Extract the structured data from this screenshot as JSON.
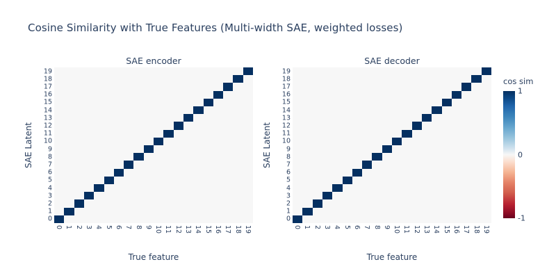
{
  "figure": {
    "title": "Cosine Similarity with True Features (Multi-width SAE, weighted losses)",
    "background_color": "#ffffff",
    "text_color": "#2a3f5f"
  },
  "colorbar": {
    "title": "cos sim",
    "ticks": [
      "1",
      "0",
      "-1"
    ],
    "vmin": -1,
    "vmax": 1,
    "colormap": "RdBu",
    "high_color": "#053061",
    "mid_color": "#f7f7f7",
    "low_color": "#67001f"
  },
  "panels": [
    {
      "name": "sae-encoder",
      "title": "SAE encoder",
      "xlabel": "True feature",
      "ylabel": "SAE Latent"
    },
    {
      "name": "sae-decoder",
      "title": "SAE decoder",
      "xlabel": "True feature",
      "ylabel": "SAE Latent"
    }
  ],
  "chart_data": {
    "type": "heatmap",
    "title": "Cosine Similarity with True Features (Multi-width SAE, weighted losses)",
    "colormap": "RdBu",
    "zlim": [
      -1,
      1
    ],
    "colorbar_label": "cos sim",
    "colorbar_ticks": [
      1,
      0,
      -1
    ],
    "legend_position": "right",
    "grid": false,
    "x": [
      0,
      1,
      2,
      3,
      4,
      5,
      6,
      7,
      8,
      9,
      10,
      11,
      12,
      13,
      14,
      15,
      16,
      17,
      18,
      19
    ],
    "y": [
      0,
      1,
      2,
      3,
      4,
      5,
      6,
      7,
      8,
      9,
      10,
      11,
      12,
      13,
      14,
      15,
      16,
      17,
      18,
      19
    ],
    "xlabel": "True feature",
    "ylabel": "SAE Latent",
    "xticklabels": [
      "0",
      "1",
      "2",
      "3",
      "4",
      "5",
      "6",
      "7",
      "8",
      "9",
      "10",
      "11",
      "12",
      "13",
      "14",
      "15",
      "16",
      "17",
      "18",
      "19"
    ],
    "yticklabels": [
      "0",
      "1",
      "2",
      "3",
      "4",
      "5",
      "6",
      "7",
      "8",
      "9",
      "10",
      "11",
      "12",
      "13",
      "14",
      "15",
      "16",
      "17",
      "18",
      "19"
    ],
    "panels": [
      {
        "name": "SAE encoder",
        "description": "20x20 cosine-similarity matrix; near-perfect identity — diagonal entries ~1 (dark blue), off-diagonal entries ~0 (near white).",
        "z": [
          [
            1,
            0,
            0,
            0,
            0,
            0,
            0,
            0,
            0,
            0,
            0,
            0,
            0,
            0,
            0,
            0,
            0,
            0,
            0,
            0
          ],
          [
            0,
            1,
            0,
            0,
            0,
            0,
            0,
            0,
            0,
            0,
            0,
            0,
            0,
            0,
            0,
            0,
            0,
            0,
            0,
            0
          ],
          [
            0,
            0,
            1,
            0,
            0,
            0,
            0,
            0,
            0,
            0,
            0,
            0,
            0,
            0,
            0,
            0,
            0,
            0,
            0,
            0
          ],
          [
            0,
            0,
            0,
            1,
            0,
            0,
            0,
            0,
            0,
            0,
            0,
            0,
            0,
            0,
            0,
            0,
            0,
            0,
            0,
            0
          ],
          [
            0,
            0,
            0,
            0,
            1,
            0,
            0,
            0,
            0,
            0,
            0,
            0,
            0,
            0,
            0,
            0,
            0,
            0,
            0,
            0
          ],
          [
            0,
            0,
            0,
            0,
            0,
            1,
            0,
            0,
            0,
            0,
            0,
            0,
            0,
            0,
            0,
            0,
            0,
            0,
            0,
            0
          ],
          [
            0,
            0,
            0,
            0,
            0,
            0,
            1,
            0,
            0,
            0,
            0,
            0,
            0,
            0,
            0,
            0,
            0,
            0,
            0,
            0
          ],
          [
            0,
            0,
            0,
            0,
            0,
            0,
            0,
            1,
            0,
            0,
            0,
            0,
            0,
            0,
            0,
            0,
            0,
            0,
            0,
            0
          ],
          [
            0,
            0,
            0,
            0,
            0,
            0,
            0,
            0,
            1,
            0,
            0,
            0,
            0,
            0,
            0,
            0,
            0,
            0,
            0,
            0
          ],
          [
            0,
            0,
            0,
            0,
            0,
            0,
            0,
            0,
            0,
            1,
            0,
            0,
            0,
            0,
            0,
            0,
            0,
            0,
            0,
            0
          ],
          [
            0,
            0,
            0,
            0,
            0,
            0,
            0,
            0,
            0,
            0,
            1,
            0,
            0,
            0,
            0,
            0,
            0,
            0,
            0,
            0
          ],
          [
            0,
            0,
            0,
            0,
            0,
            0,
            0,
            0,
            0,
            0,
            0,
            1,
            0,
            0,
            0,
            0,
            0,
            0,
            0,
            0
          ],
          [
            0,
            0,
            0,
            0,
            0,
            0,
            0,
            0,
            0,
            0,
            0,
            0,
            1,
            0,
            0,
            0,
            0,
            0,
            0,
            0
          ],
          [
            0,
            0,
            0,
            0,
            0,
            0,
            0,
            0,
            0,
            0,
            0,
            0,
            0,
            1,
            0,
            0,
            0,
            0,
            0,
            0
          ],
          [
            0,
            0,
            0,
            0,
            0,
            0,
            0,
            0,
            0,
            0,
            0,
            0,
            0,
            0,
            1,
            0,
            0,
            0,
            0,
            0
          ],
          [
            0,
            0,
            0,
            0,
            0,
            0,
            0,
            0,
            0,
            0,
            0,
            0,
            0,
            0,
            0,
            1,
            0,
            0,
            0,
            0
          ],
          [
            0,
            0,
            0,
            0,
            0,
            0,
            0,
            0,
            0,
            0,
            0,
            0,
            0,
            0,
            0,
            0,
            1,
            0,
            0,
            0
          ],
          [
            0,
            0,
            0,
            0,
            0,
            0,
            0,
            0,
            0,
            0,
            0,
            0,
            0,
            0,
            0,
            0,
            0,
            1,
            0,
            0
          ],
          [
            0,
            0,
            0,
            0,
            0,
            0,
            0,
            0,
            0,
            0,
            0,
            0,
            0,
            0,
            0,
            0,
            0,
            0,
            1,
            0
          ],
          [
            0,
            0,
            0,
            0,
            0,
            0,
            0,
            0,
            0,
            0,
            0,
            0,
            0,
            0,
            0,
            0,
            0,
            0,
            0,
            1
          ]
        ]
      },
      {
        "name": "SAE decoder",
        "description": "20x20 cosine-similarity matrix; near-perfect identity — diagonal entries ~1 (dark blue), off-diagonal entries ~0 (near white).",
        "z": [
          [
            1,
            0,
            0,
            0,
            0,
            0,
            0,
            0,
            0,
            0,
            0,
            0,
            0,
            0,
            0,
            0,
            0,
            0,
            0,
            0
          ],
          [
            0,
            1,
            0,
            0,
            0,
            0,
            0,
            0,
            0,
            0,
            0,
            0,
            0,
            0,
            0,
            0,
            0,
            0,
            0,
            0
          ],
          [
            0,
            0,
            1,
            0,
            0,
            0,
            0,
            0,
            0,
            0,
            0,
            0,
            0,
            0,
            0,
            0,
            0,
            0,
            0,
            0
          ],
          [
            0,
            0,
            0,
            1,
            0,
            0,
            0,
            0,
            0,
            0,
            0,
            0,
            0,
            0,
            0,
            0,
            0,
            0,
            0,
            0
          ],
          [
            0,
            0,
            0,
            0,
            1,
            0,
            0,
            0,
            0,
            0,
            0,
            0,
            0,
            0,
            0,
            0,
            0,
            0,
            0,
            0
          ],
          [
            0,
            0,
            0,
            0,
            0,
            1,
            0,
            0,
            0,
            0,
            0,
            0,
            0,
            0,
            0,
            0,
            0,
            0,
            0,
            0
          ],
          [
            0,
            0,
            0,
            0,
            0,
            0,
            1,
            0,
            0,
            0,
            0,
            0,
            0,
            0,
            0,
            0,
            0,
            0,
            0,
            0
          ],
          [
            0,
            0,
            0,
            0,
            0,
            0,
            0,
            1,
            0,
            0,
            0,
            0,
            0,
            0,
            0,
            0,
            0,
            0,
            0,
            0
          ],
          [
            0,
            0,
            0,
            0,
            0,
            0,
            0,
            0,
            1,
            0,
            0,
            0,
            0,
            0,
            0,
            0,
            0,
            0,
            0,
            0
          ],
          [
            0,
            0,
            0,
            0,
            0,
            0,
            0,
            0,
            0,
            1,
            0,
            0,
            0,
            0,
            0,
            0,
            0,
            0,
            0,
            0
          ],
          [
            0,
            0,
            0,
            0,
            0,
            0,
            0,
            0,
            0,
            0,
            1,
            0,
            0,
            0,
            0,
            0,
            0,
            0,
            0,
            0
          ],
          [
            0,
            0,
            0,
            0,
            0,
            0,
            0,
            0,
            0,
            0,
            0,
            1,
            0,
            0,
            0,
            0,
            0,
            0,
            0,
            0
          ],
          [
            0,
            0,
            0,
            0,
            0,
            0,
            0,
            0,
            0,
            0,
            0,
            0,
            1,
            0,
            0,
            0,
            0,
            0,
            0,
            0
          ],
          [
            0,
            0,
            0,
            0,
            0,
            0,
            0,
            0,
            0,
            0,
            0,
            0,
            0,
            1,
            0,
            0,
            0,
            0,
            0,
            0
          ],
          [
            0,
            0,
            0,
            0,
            0,
            0,
            0,
            0,
            0,
            0,
            0,
            0,
            0,
            0,
            1,
            0,
            0,
            0,
            0,
            0
          ],
          [
            0,
            0,
            0,
            0,
            0,
            0,
            0,
            0,
            0,
            0,
            0,
            0,
            0,
            0,
            0,
            1,
            0,
            0,
            0,
            0
          ],
          [
            0,
            0,
            0,
            0,
            0,
            0,
            0,
            0,
            0,
            0,
            0,
            0,
            0,
            0,
            0,
            0,
            1,
            0,
            0,
            0
          ],
          [
            0,
            0,
            0,
            0,
            0,
            0,
            0,
            0,
            0,
            0,
            0,
            0,
            0,
            0,
            0,
            0,
            0,
            1,
            0,
            0
          ],
          [
            0,
            0,
            0,
            0,
            0,
            0,
            0,
            0,
            0,
            0,
            0,
            0,
            0,
            0,
            0,
            0,
            0,
            0,
            1,
            0
          ],
          [
            0,
            0,
            0,
            0,
            0,
            0,
            0,
            0,
            0,
            0,
            0,
            0,
            0,
            0,
            0,
            0,
            0,
            0,
            0,
            1
          ]
        ]
      }
    ]
  }
}
